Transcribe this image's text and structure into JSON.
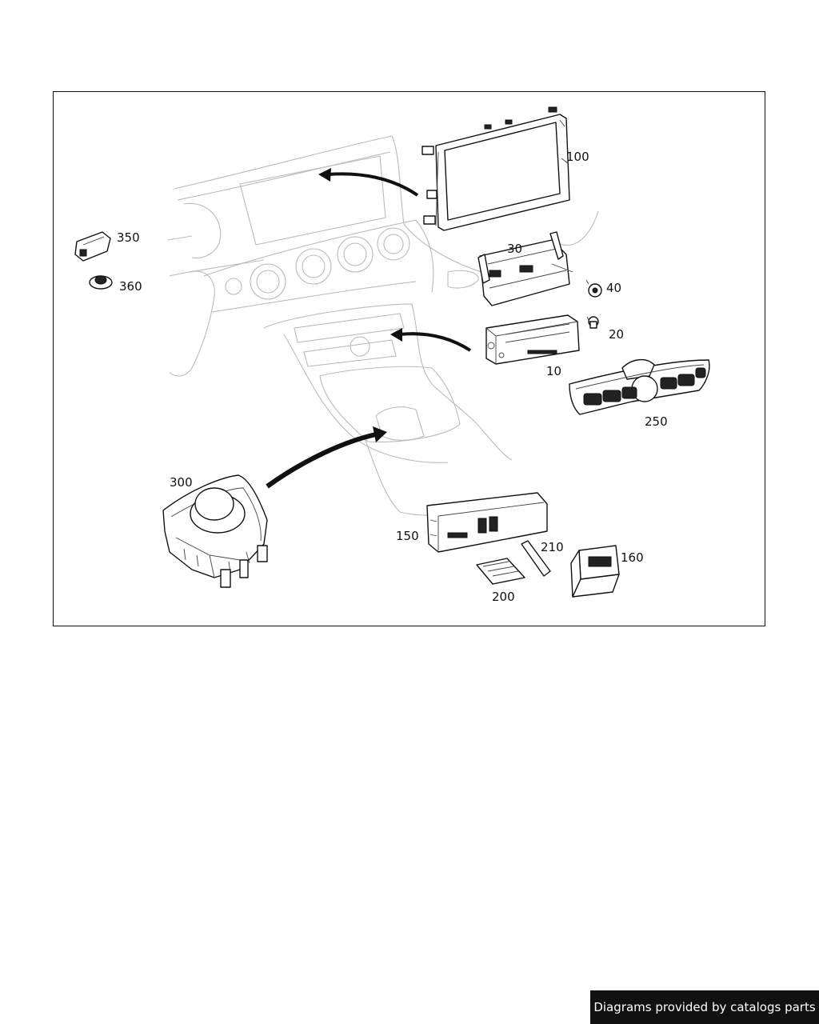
{
  "diagram": {
    "callouts": {
      "p100": "100",
      "p30": "30",
      "p40": "40",
      "p20": "20",
      "p10": "10",
      "p250": "250",
      "p350": "350",
      "p360": "360",
      "p300": "300",
      "p150": "150",
      "p210": "210",
      "p160": "160",
      "p200": "200"
    }
  },
  "footer": {
    "credit": "Diagrams provided by catalogs parts"
  }
}
